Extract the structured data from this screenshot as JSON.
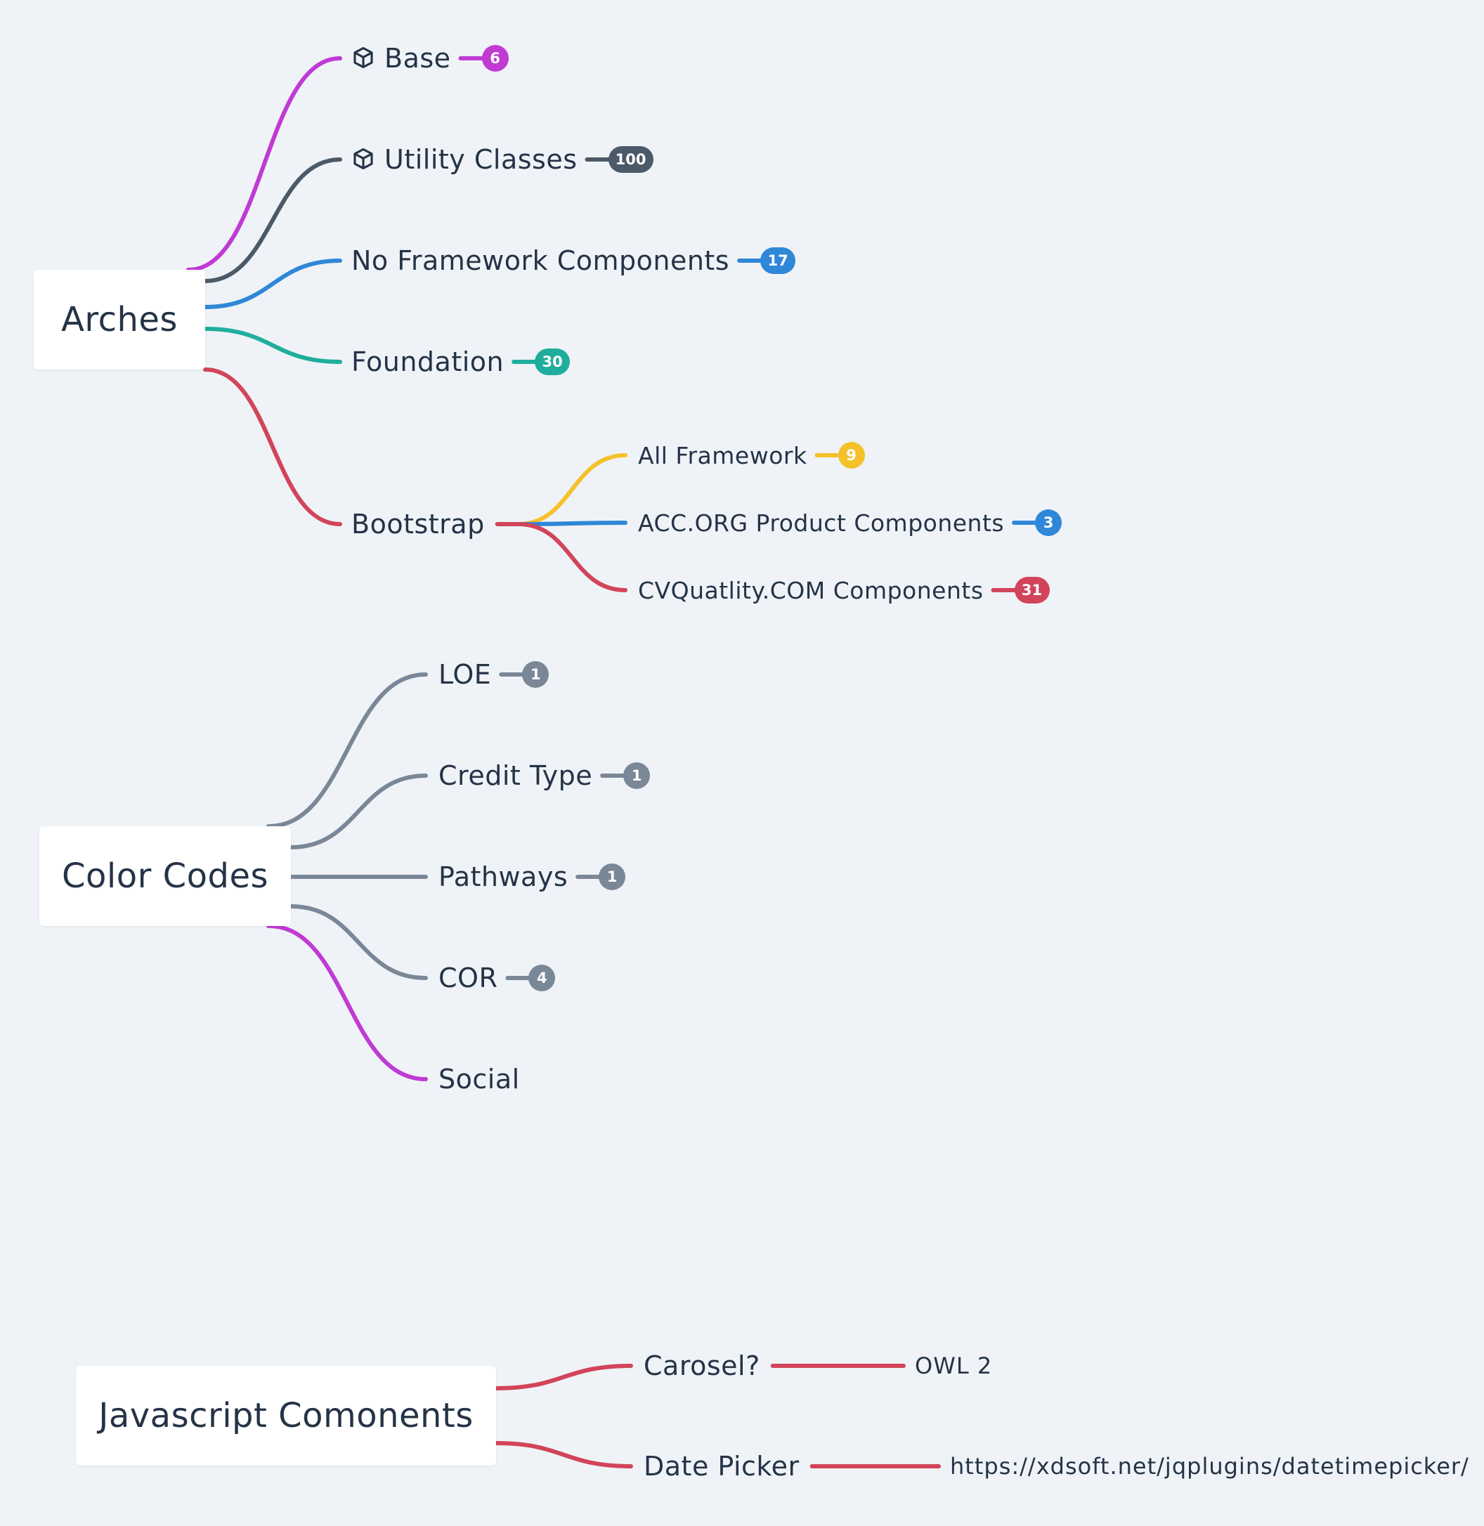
{
  "colors": {
    "background": "#eff3f7",
    "magenta": "#c03ad4",
    "slate": "#4b5968",
    "blue": "#2f87d8",
    "teal": "#1fae9d",
    "red": "#d2445a",
    "yellow": "#f5c12a",
    "gray": "#7a8797"
  },
  "groups": [
    {
      "label": "Arches",
      "children": [
        {
          "label": "Base",
          "icon": "cube-icon",
          "badge": "6",
          "color": "#c03ad4"
        },
        {
          "label": "Utility Classes",
          "icon": "cube-icon",
          "badge": "100",
          "color": "#4b5968"
        },
        {
          "label": "No Framework Components",
          "badge": "17",
          "color": "#2f87d8"
        },
        {
          "label": "Foundation",
          "badge": "30",
          "color": "#1fae9d"
        },
        {
          "label": "Bootstrap",
          "color": "#d2445a",
          "children": [
            {
              "label": "All Framework",
              "badge": "9",
              "color": "#f5c12a"
            },
            {
              "label": "ACC.ORG  Product Components",
              "badge": "3",
              "color": "#2f87d8"
            },
            {
              "label": "CVQuatlity.COM Components",
              "badge": "31",
              "color": "#d2445a"
            }
          ]
        }
      ]
    },
    {
      "label": "Color Codes",
      "children": [
        {
          "label": "LOE",
          "badge": "1",
          "color": "#7a8797"
        },
        {
          "label": "Credit Type",
          "badge": "1",
          "color": "#7a8797"
        },
        {
          "label": "Pathways",
          "badge": "1",
          "color": "#7a8797"
        },
        {
          "label": "COR",
          "badge": "4",
          "color": "#7a8797"
        },
        {
          "label": "Social",
          "color": "#c03ad4"
        }
      ]
    },
    {
      "label": "Javascript Comonents",
      "children": [
        {
          "label": "Carosel?",
          "color": "#d2445a",
          "leaf": "OWL 2"
        },
        {
          "label": "Date Picker",
          "color": "#d2445a",
          "leaf": "https://xdsoft.net/jqplugins/datetimepicker/"
        }
      ]
    }
  ]
}
